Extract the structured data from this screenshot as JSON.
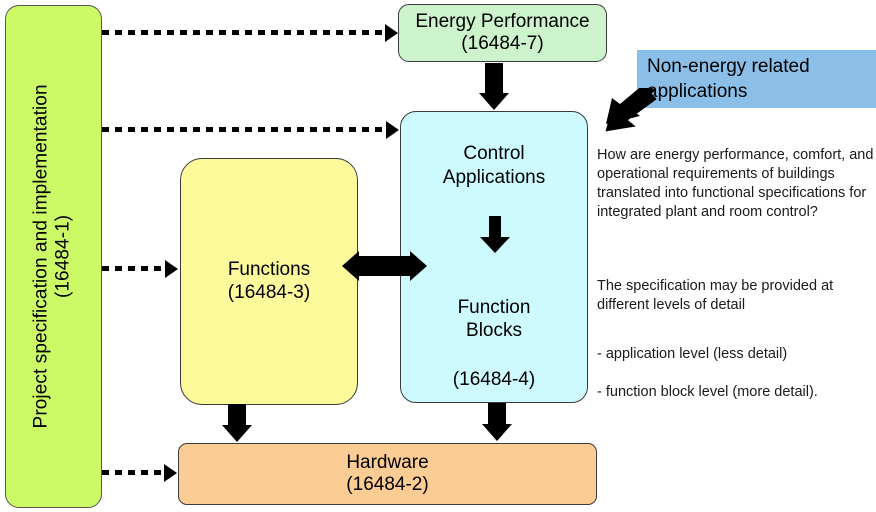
{
  "diagram": {
    "title": "EN 16484 building automation standards relationship diagram",
    "boxes": {
      "project": {
        "label": "Project specification and implementation",
        "code": "(16484-1)",
        "color": "#ccfa66"
      },
      "energy_performance": {
        "label": "Energy Performance",
        "code": "(16484-7)",
        "color": "#ccf3cc"
      },
      "control_applications": {
        "label_line1": "Control",
        "label_line2": "Applications",
        "sub_line1": "Function",
        "sub_line2": "Blocks",
        "code": "(16484-4)",
        "color": "#ccfaff"
      },
      "functions": {
        "label": "Functions",
        "code": "(16484-3)",
        "color": "#fcfa9b"
      },
      "hardware": {
        "label": "Hardware",
        "code": "(16484-2)",
        "color": "#fbcc93"
      }
    },
    "banner": {
      "line1": "Non-energy related",
      "line2": "applications",
      "color": "#8cbfe8"
    },
    "notes": {
      "question": "How are energy performance, comfort, and operational requirements of buildings translated into functional  specifications for integrated plant and room control?",
      "spec_intro": "The specification may be provided at different levels of detail",
      "spec_bullet1": "- application level (less detail)",
      "spec_bullet2": "- function block level (more detail)."
    },
    "arrows": {
      "dotted_to_energy": "dotted arrow from project specification to energy performance",
      "dotted_to_control": "dotted arrow from project specification to control applications",
      "dotted_to_functions": "dotted arrow from project specification to functions",
      "dotted_to_hardware": "dotted arrow from project specification to hardware",
      "energy_to_control": "block arrow down from energy performance to control applications",
      "control_to_blocks": "block arrow down from control applications to function blocks",
      "functions_control_bidirectional": "double headed block arrow between functions and control applications",
      "functions_to_hardware": "block arrow down from functions to hardware",
      "control_to_hardware": "block arrow down from function blocks to hardware",
      "banner_to_control": "block arrow from non-energy related applications to control applications"
    }
  }
}
